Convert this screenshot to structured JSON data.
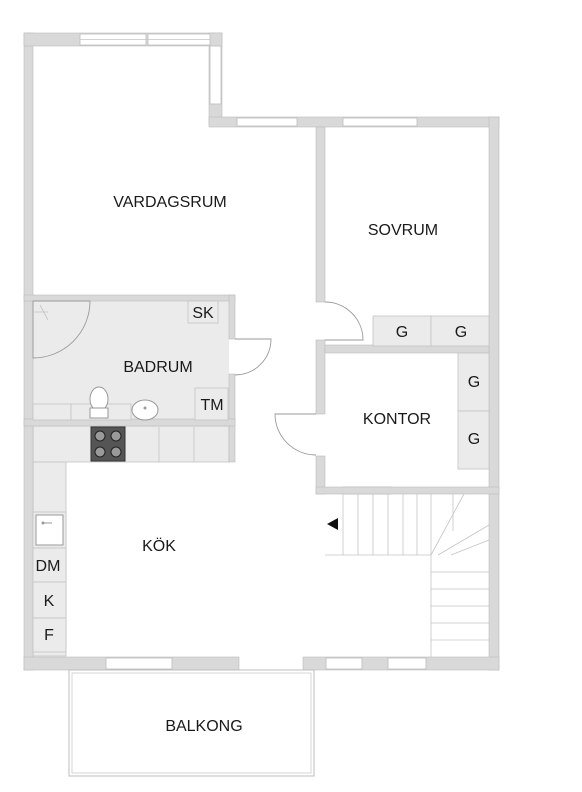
{
  "rooms": {
    "vardagsrum": "VARDAGSRUM",
    "sovrum": "SOVRUM",
    "badrum": "BADRUM",
    "kontor": "KONTOR",
    "kok": "KÖK",
    "balkong": "BALKONG"
  },
  "appliances": {
    "sk": "SK",
    "tm": "TM",
    "dm": "DM",
    "k": "K",
    "f": "F",
    "g": "G"
  },
  "colors": {
    "wall": "#d9d9d9",
    "floor_wet": "#ebebeb",
    "line": "#9a9a9a"
  }
}
